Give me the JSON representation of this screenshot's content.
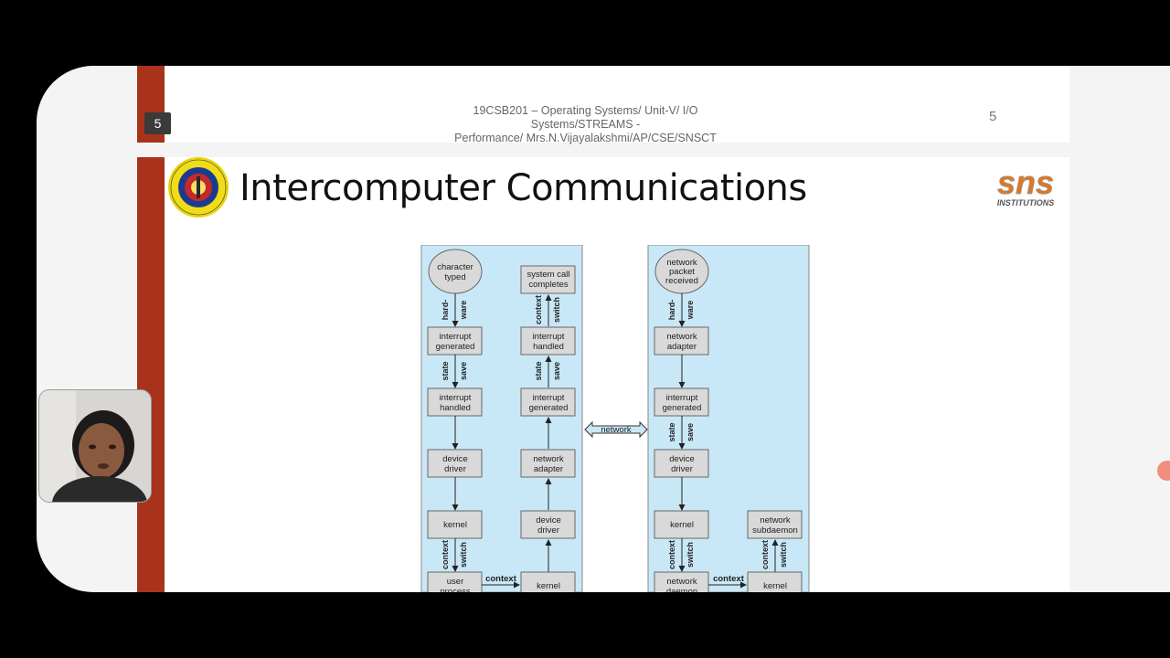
{
  "header": {
    "slide_badge": "5",
    "line1": "19CSB201 – Operating Systems/ Unit-V/ I/O Systems/STREAMS -",
    "line2": "Performance/ Mrs.N.Vijayalakshmi/AP/CSE/SNSCT",
    "page_number": "5"
  },
  "slide": {
    "title": "Intercomputer Communications",
    "right_logo_text": "sns",
    "right_logo_sub": "INSTITUTIONS"
  },
  "diagram": {
    "left": {
      "start_top": "character",
      "start_bottom": "typed",
      "top_right_box_1": "system call",
      "top_right_box_2": "completes",
      "l_arrow1_a": "hard-",
      "l_arrow1_b": "ware",
      "r_arrow1_a": "context",
      "r_arrow1_b": "switch",
      "l_box2_a": "interrupt",
      "l_box2_b": "generated",
      "r_box2_a": "interrupt",
      "r_box2_b": "handled",
      "l_arrow2_a": "state",
      "l_arrow2_b": "save",
      "r_arrow2_a": "state",
      "r_arrow2_b": "save",
      "l_box3_a": "interrupt",
      "l_box3_b": "handled",
      "r_box3_a": "interrupt",
      "r_box3_b": "generated",
      "l_box4_a": "device",
      "l_box4_b": "driver",
      "r_box4_a": "network",
      "r_box4_b": "adapter",
      "l_box5": "kernel",
      "r_box5_a": "device",
      "r_box5_b": "driver",
      "l_arrow6_a": "context",
      "l_arrow6_b": "switch",
      "l_box6_a": "user",
      "l_box6_b": "process",
      "bottom_label": "context",
      "r_box6": "kernel"
    },
    "network_label": "network",
    "right": {
      "start_1": "network",
      "start_2": "packet",
      "start_3": "received",
      "arrow1_a": "hard-",
      "arrow1_b": "ware",
      "box2_a": "network",
      "box2_b": "adapter",
      "box3_a": "interrupt",
      "box3_b": "generated",
      "arrow3_a": "state",
      "arrow3_b": "save",
      "box4_a": "device",
      "box4_b": "driver",
      "box5": "kernel",
      "side_box_a": "network",
      "side_box_b": "subdaemon",
      "arrow6_a": "context",
      "arrow6_b": "switch",
      "side_arrow_a": "context",
      "side_arrow_b": "switch",
      "box6_a": "network",
      "box6_b": "daemon",
      "bottom_label": "context",
      "side_box2": "kernel"
    }
  }
}
